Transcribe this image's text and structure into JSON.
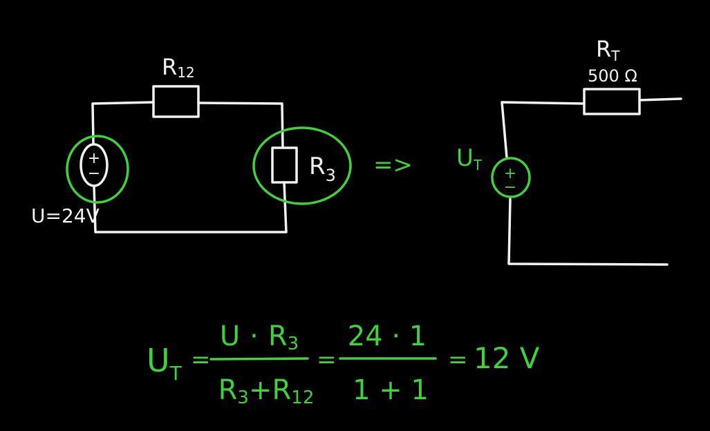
{
  "colors": {
    "background": "#000000",
    "wire": "#f2f2f2",
    "highlight": "#41d13b"
  },
  "left_circuit": {
    "resistor_top": {
      "symbol": "R",
      "sub": "12"
    },
    "resistor_right": {
      "symbol": "R",
      "sub": "3"
    },
    "source_sign_plus": "+",
    "source_sign_minus": "−",
    "source_label": "U=24V"
  },
  "arrow": "=>",
  "right_circuit": {
    "resistor": {
      "symbol": "R",
      "sub": "T",
      "value": "500 Ω"
    },
    "source": {
      "symbol": "U",
      "sub": "T"
    },
    "source_sign_plus": "+",
    "source_sign_minus": "−"
  },
  "equation": {
    "lhs": {
      "symbol": "U",
      "sub": "T"
    },
    "eq1": "=",
    "frac1_num": {
      "a": "U",
      "dot": "·",
      "b": "R",
      "b_sub": "3"
    },
    "frac1_den": {
      "a": "R",
      "a_sub": "3",
      "plus": "+",
      "b": "R",
      "b_sub": "12"
    },
    "eq2": "=",
    "frac2_num": "24 · 1",
    "frac2_den": "1 + 1",
    "eq3": "=",
    "result": "12 V"
  }
}
